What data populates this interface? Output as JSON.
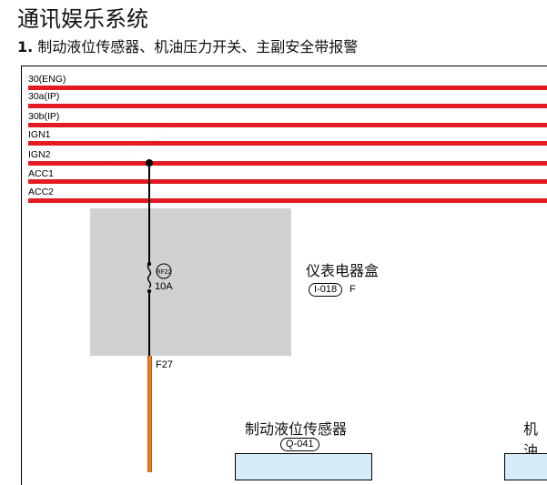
{
  "header": {
    "title": "通讯娱乐系统",
    "section_number": "1.",
    "section_title": " 制动液位传感器、机油压力开关、主副安全带报警"
  },
  "buses": [
    {
      "label": "30(ENG)"
    },
    {
      "label": "30a(IP)"
    },
    {
      "label": "30b(IP)"
    },
    {
      "label": "IGN1"
    },
    {
      "label": "IGN2"
    },
    {
      "label": "ACC1"
    },
    {
      "label": "ACC2"
    }
  ],
  "relay_box": {
    "name": "仪表电器盒",
    "connector": "I-018",
    "connector_suffix": "F",
    "fuse_id": "RF22",
    "fuse_rating": "10A",
    "pin": "F27"
  },
  "component_1": {
    "name": "制动液位传感器",
    "connector": "Q-041"
  },
  "component_2": {
    "name_partial": "机油"
  },
  "colors": {
    "bus_red": "#e51b23",
    "wire_orange": "#ef7d22",
    "relay_box_gray": "#d1d1d1",
    "component_blue": "#d6ecf8"
  }
}
